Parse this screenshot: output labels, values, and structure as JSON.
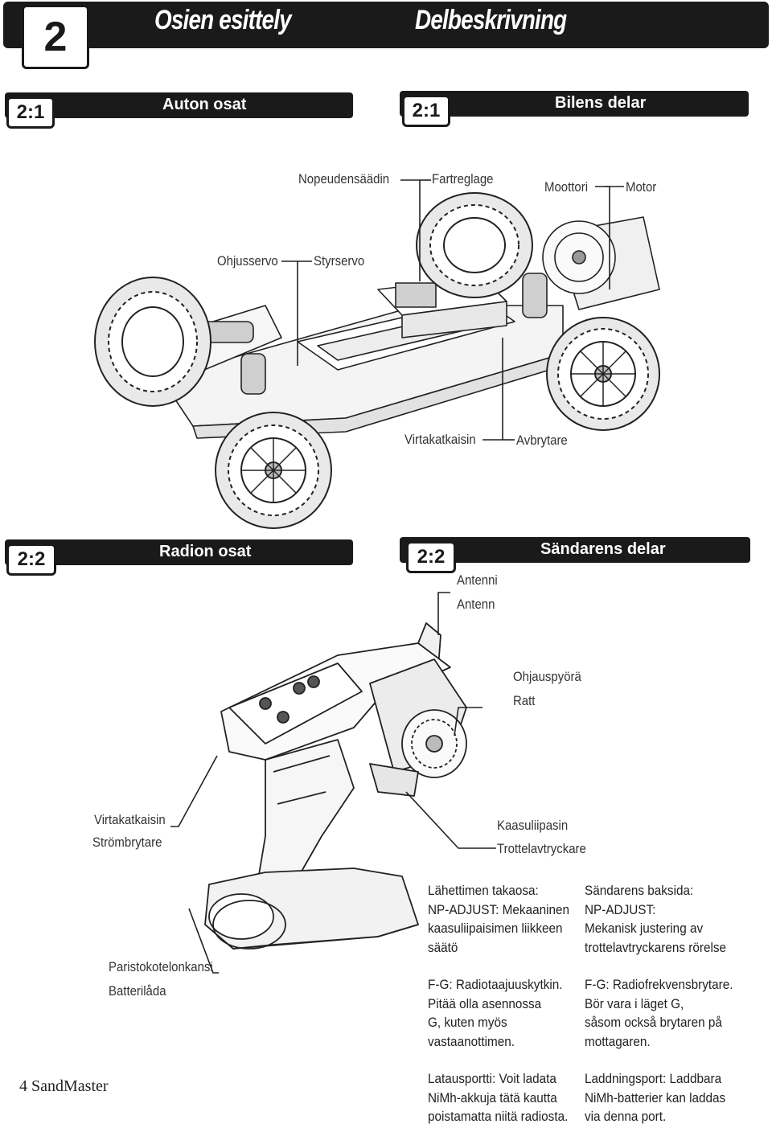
{
  "chapter": {
    "number": "2",
    "title_fi": "Osien esittely",
    "title_sv": "Delbeskrivning"
  },
  "section1": {
    "left": {
      "number": "2:1",
      "title": "Auton osat"
    },
    "right": {
      "number": "2:1",
      "title": "Bilens delar"
    }
  },
  "car_labels": {
    "speed_controller_fi": "Nopeudensäädin",
    "speed_controller_sv": "Fartreglage",
    "motor_fi": "Moottori",
    "motor_sv": "Motor",
    "steering_servo_fi": "Ohjusservo",
    "steering_servo_sv": "Styrservo",
    "switch_fi": "Virtakatkaisin",
    "switch_sv": "Avbrytare"
  },
  "section2": {
    "left": {
      "number": "2:2",
      "title": "Radion osat"
    },
    "right": {
      "number": "2:2",
      "title": "Sändarens delar"
    }
  },
  "radio_labels": {
    "antenna_fi": "Antenni",
    "antenna_sv": "Antenn",
    "wheel_fi": "Ohjauspyörä",
    "wheel_sv": "Ratt",
    "power_fi": "Virtakatkaisin",
    "power_sv": "Strömbrytare",
    "trigger_fi": "Kaasuliipasin",
    "trigger_sv": "Trottelavtryckare",
    "battery_fi": "Paristokotelonkansi",
    "battery_sv": "Batterilåda"
  },
  "notes": {
    "fi": {
      "back_title": "Lähettimen takaosa:",
      "back_1": "NP-ADJUST: Mekaaninen",
      "back_2": "kaasuliipaisimen liikkeen",
      "back_3": "säätö",
      "fg_1": "F-G: Radiotaajuuskytkin.",
      "fg_2": "Pitää olla asennossa",
      "fg_3": "G, kuten myös",
      "fg_4": "vastaanottimen.",
      "charge_1": "Latausportti: Voit ladata",
      "charge_2": "NiMh-akkuja tätä kautta",
      "charge_3": "poistamatta niitä radiosta."
    },
    "sv": {
      "back_title": "Sändarens baksida:",
      "back_1": "NP-ADJUST:",
      "back_2": "Mekanisk justering av",
      "back_3": "trottelavtryckarens rörelse",
      "fg_1": "F-G: Radiofrekvensbrytare.",
      "fg_2": "Bör vara i läget G,",
      "fg_3": "såsom också brytaren på",
      "fg_4": "mottagaren.",
      "charge_1": "Laddningsport: Laddbara",
      "charge_2": "NiMh-batterier kan laddas",
      "charge_3": "via denna port."
    }
  },
  "footer": {
    "page": "4 SandMaster"
  }
}
